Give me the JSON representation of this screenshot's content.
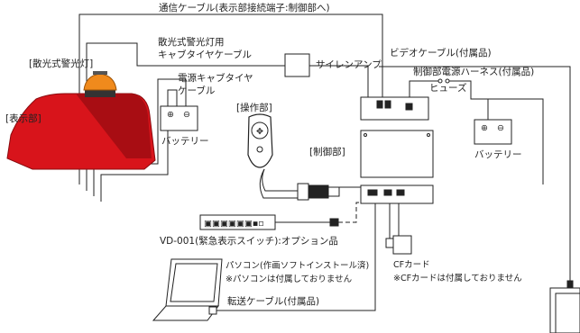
{
  "labels": {
    "comm_cable": "通信ケーブル(表示部接続端子:制御部へ)",
    "diffuse_lamp": "[散光式警光灯]",
    "diffuse_cable_1": "散光式警光灯用",
    "diffuse_cable_2": "キャブタイヤケーブル",
    "siren_amp": "サイレンアンプ",
    "video_cable": "ビデオケーブル(付属品)",
    "power_cable_1": "電源キャブタイヤ",
    "power_cable_2": "ケーブル",
    "power_harness": "制御部電源ハーネス(付属品)",
    "fuse": "ヒューズ",
    "display_unit": "[表示部]",
    "operation_unit": "[操作部]",
    "battery_left": "バッテリー",
    "battery_right": "バッテリー",
    "control_unit": "[制御部]",
    "vd001": "VD-001(緊急表示スイッチ):オプション品",
    "pc_1": "パソコン(作画ソフトインストール済)",
    "pc_2": "※パソコンは付属しておりません",
    "cf_card": "CFカード",
    "cf_note": "※CFカードは付属しておりません",
    "transfer_cable": "転送ケーブル(付属品)"
  },
  "colors": {
    "display_red": "#d8141b",
    "lamp_orange": "#f08a1c",
    "line": "#222222"
  }
}
